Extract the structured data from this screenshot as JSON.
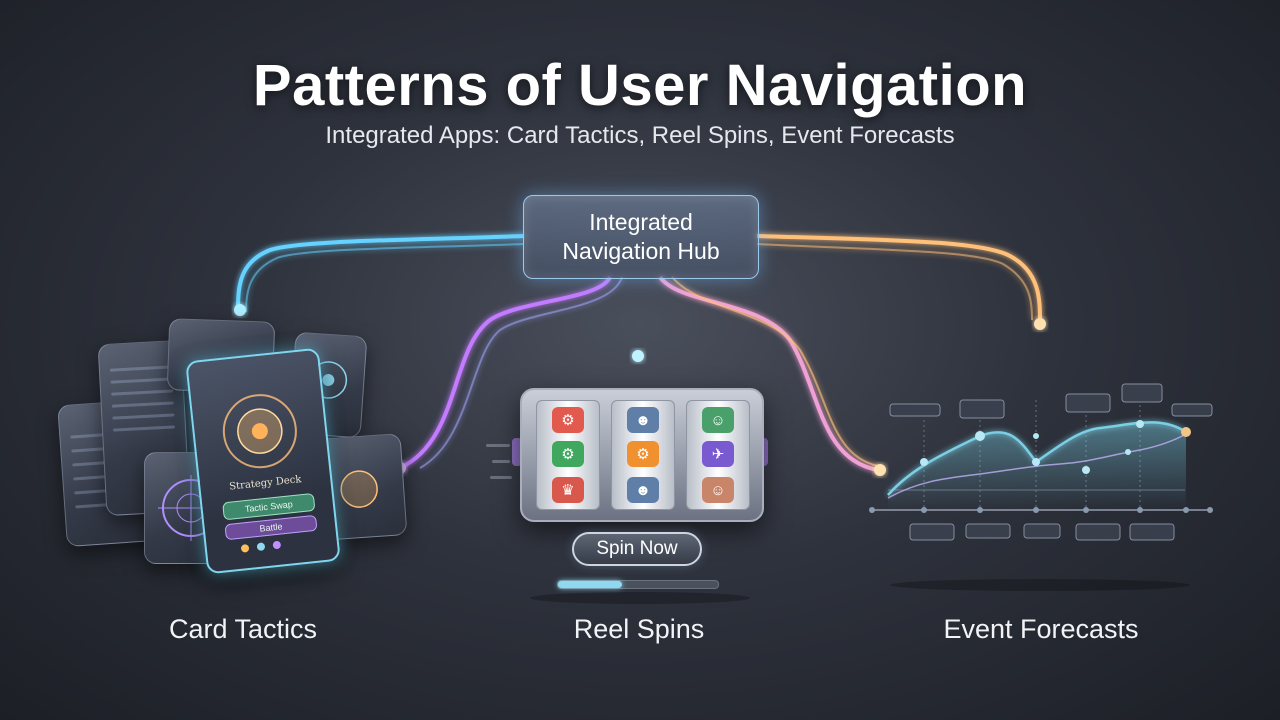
{
  "title": "Patterns of User Navigation",
  "subtitle": "Integrated Apps: Card Tactics, Reel Spins, Event Forecasts",
  "hub": {
    "line1": "Integrated",
    "line2": "Navigation Hub"
  },
  "sections": {
    "card_tactics": "Card Tactics",
    "reel_spins": "Reel Spins",
    "event_forecasts": "Event Forecasts"
  },
  "card_app": {
    "deck_label": "Strategy Deck",
    "primary_button": "Tactic Swap",
    "secondary_button": "Battle"
  },
  "slot_app": {
    "spin_button": "Spin Now",
    "progress": 0.4
  },
  "colors": {
    "left_wire": "#66d2ff",
    "center_wire": "#7fd4f5",
    "purple_wire": "#c37bff",
    "orange_wire": "#ffc07a"
  },
  "reel_icons": [
    [
      "gear-icon",
      "user-icon",
      "face-icon"
    ],
    [
      "gear-icon",
      "gear-icon",
      "ufo-icon"
    ],
    [
      "crown-icon",
      "user-icon",
      "face-icon"
    ]
  ]
}
